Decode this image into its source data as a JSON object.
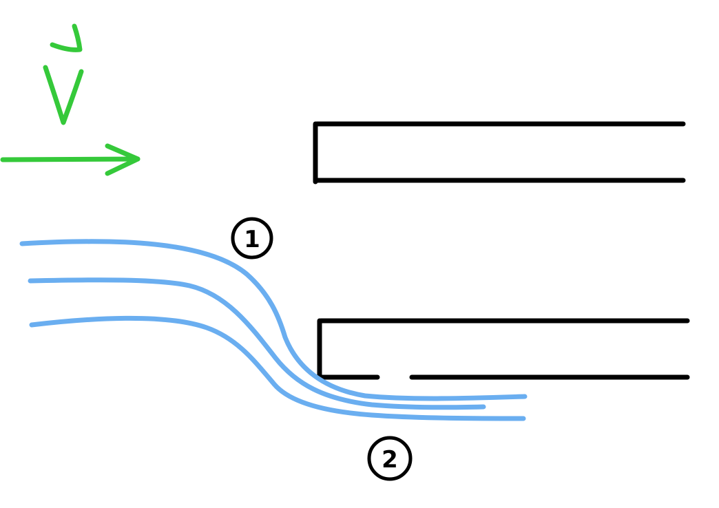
{
  "velocity": {
    "symbol": "V",
    "color": "#35c93a"
  },
  "markers": [
    {
      "label": "1"
    },
    {
      "label": "2"
    }
  ],
  "colors": {
    "plate": "#000000",
    "streamline": "#6aaef0",
    "velocity": "#35c93a"
  },
  "icons": {
    "velocity_arrow": "right-arrow-icon",
    "velocity_symbol": "vector-v-icon"
  }
}
